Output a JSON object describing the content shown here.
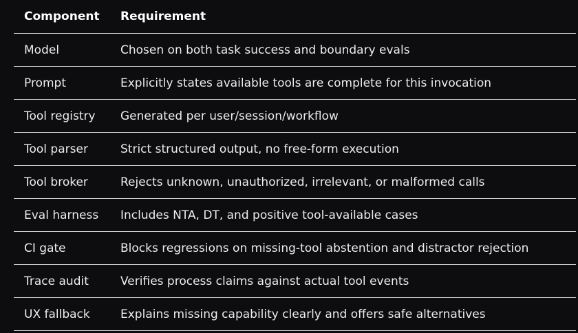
{
  "table": {
    "headers": [
      "Component",
      "Requirement"
    ],
    "rows": [
      [
        "Model",
        "Chosen on both task success and boundary evals"
      ],
      [
        "Prompt",
        "Explicitly states available tools are complete for this invocation"
      ],
      [
        "Tool registry",
        "Generated per user/session/workflow"
      ],
      [
        "Tool parser",
        "Strict structured output, no free-form execution"
      ],
      [
        "Tool broker",
        "Rejects unknown, unauthorized, irrelevant, or malformed calls"
      ],
      [
        "Eval harness",
        "Includes NTA, DT, and positive tool-available cases"
      ],
      [
        "CI gate",
        "Blocks regressions on missing-tool abstention and distractor rejection"
      ],
      [
        "Trace audit",
        "Verifies process claims against actual tool events"
      ],
      [
        "UX fallback",
        "Explains missing capability clearly and offers safe alternatives"
      ]
    ]
  }
}
